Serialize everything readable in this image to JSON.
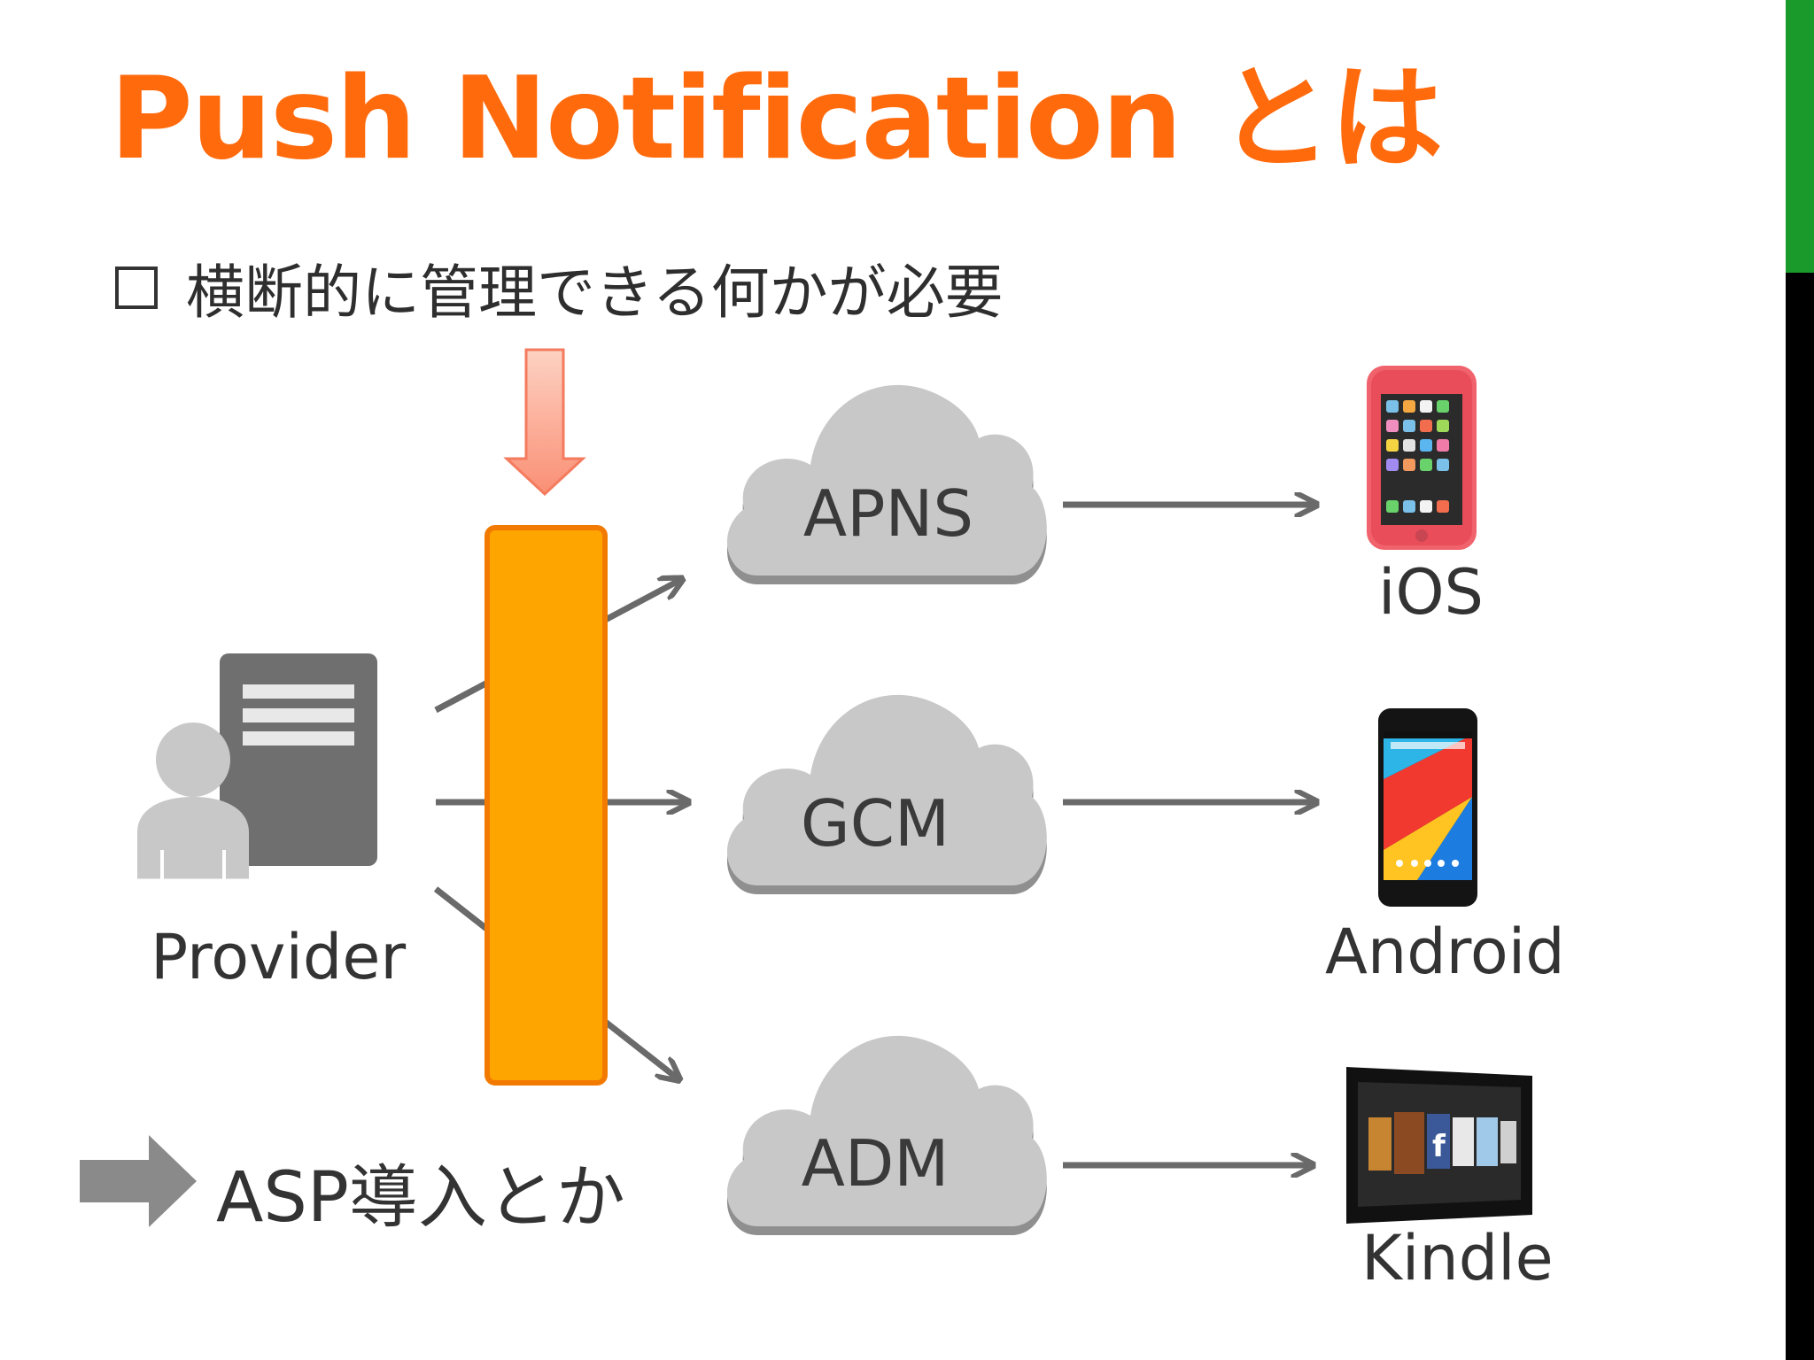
{
  "title": "Push Notification とは",
  "bullet": {
    "text": "横断的に管理できる何かが必要"
  },
  "provider": {
    "label": "Provider"
  },
  "services": [
    {
      "label": "APNS"
    },
    {
      "label": "GCM"
    },
    {
      "label": "ADM"
    }
  ],
  "devices": [
    {
      "label": "iOS",
      "icon": "iphone-icon"
    },
    {
      "label": "Android",
      "icon": "android-phone-icon"
    },
    {
      "label": "Kindle",
      "icon": "kindle-tablet-icon"
    }
  ],
  "asp_note": {
    "label": "ASP導入とか"
  },
  "colors": {
    "title": "#ff6a0d",
    "middleware_bar": "#ffa500",
    "middleware_border": "#f27a00",
    "down_arrow": "#fca28c",
    "cloud": "#c9c8c8",
    "arrow": "#6a6a6a",
    "side_green": "#1a9a2a",
    "side_black": "#000000"
  }
}
